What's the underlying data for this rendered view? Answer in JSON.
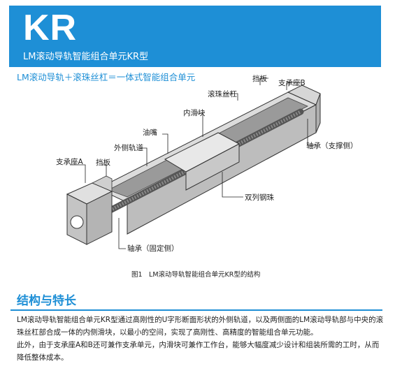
{
  "header": {
    "model": "KR",
    "subtitle": "LM滚动导轨智能组合单元KR型"
  },
  "intro": "LM滚动导轨＋滚珠丝杠＝一体式智能组合单元",
  "figure": {
    "labels": {
      "stop_plate_top": "挡板",
      "support_b": "支承座B",
      "ball_screw": "滚珠丝杠",
      "inner_block": "内滑块",
      "grease_nipple": "油嘴",
      "outer_rail": "外侧轨道",
      "support_a": "支承座A",
      "stop_plate_left": "挡板",
      "bearing_support": "轴承（支撑侧）",
      "double_row_balls": "双列钢珠",
      "bearing_fixed": "轴承（固定侧）"
    },
    "caption": "图1　LM滚动导轨智能组合单元KR型的结构"
  },
  "section": {
    "title": "结构与特长",
    "paragraphs": [
      "LM滚动导轨智能组合单元KR型通过高刚性的U字形断面形状的外侧轨道，以及两侧面的LM滚动导轨部与中央的滚珠丝杠部合成一体的内侧滑块，以最小的空间，实现了高刚性、高精度的智能组合单元功能。",
      "此外，由于支承座A和B还可兼作支承单元，内滑块可兼作工作台，能够大幅度减少设计和组装所需的工时，从而降低整体成本。"
    ]
  }
}
